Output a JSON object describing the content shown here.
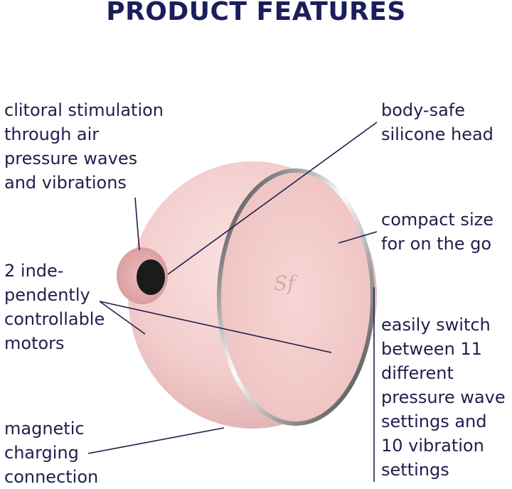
{
  "title": "PRODUCT FEATURES",
  "features": [
    {
      "text": "clitoral stimulation\nthrough air\npressure waves\nand vibrations"
    },
    {
      "text": "2 inde-\npendently\ncontrollable\nmotors"
    },
    {
      "text": "magnetic\ncharging\nconnection"
    },
    {
      "text": "body-safe\nsilicone head"
    },
    {
      "text": "compact size\nfor on the go"
    },
    {
      "text": "easily switch\nbetween 11\ndifferent\npressure wave\nsettings and\n10 vibration\nsettings"
    }
  ],
  "logo_text": "Sf",
  "colors": {
    "title": "#1b1e5c",
    "text": "#1f1f4d",
    "product_pink": "#f2c9c9",
    "leader_line": "#1f1f4d"
  }
}
